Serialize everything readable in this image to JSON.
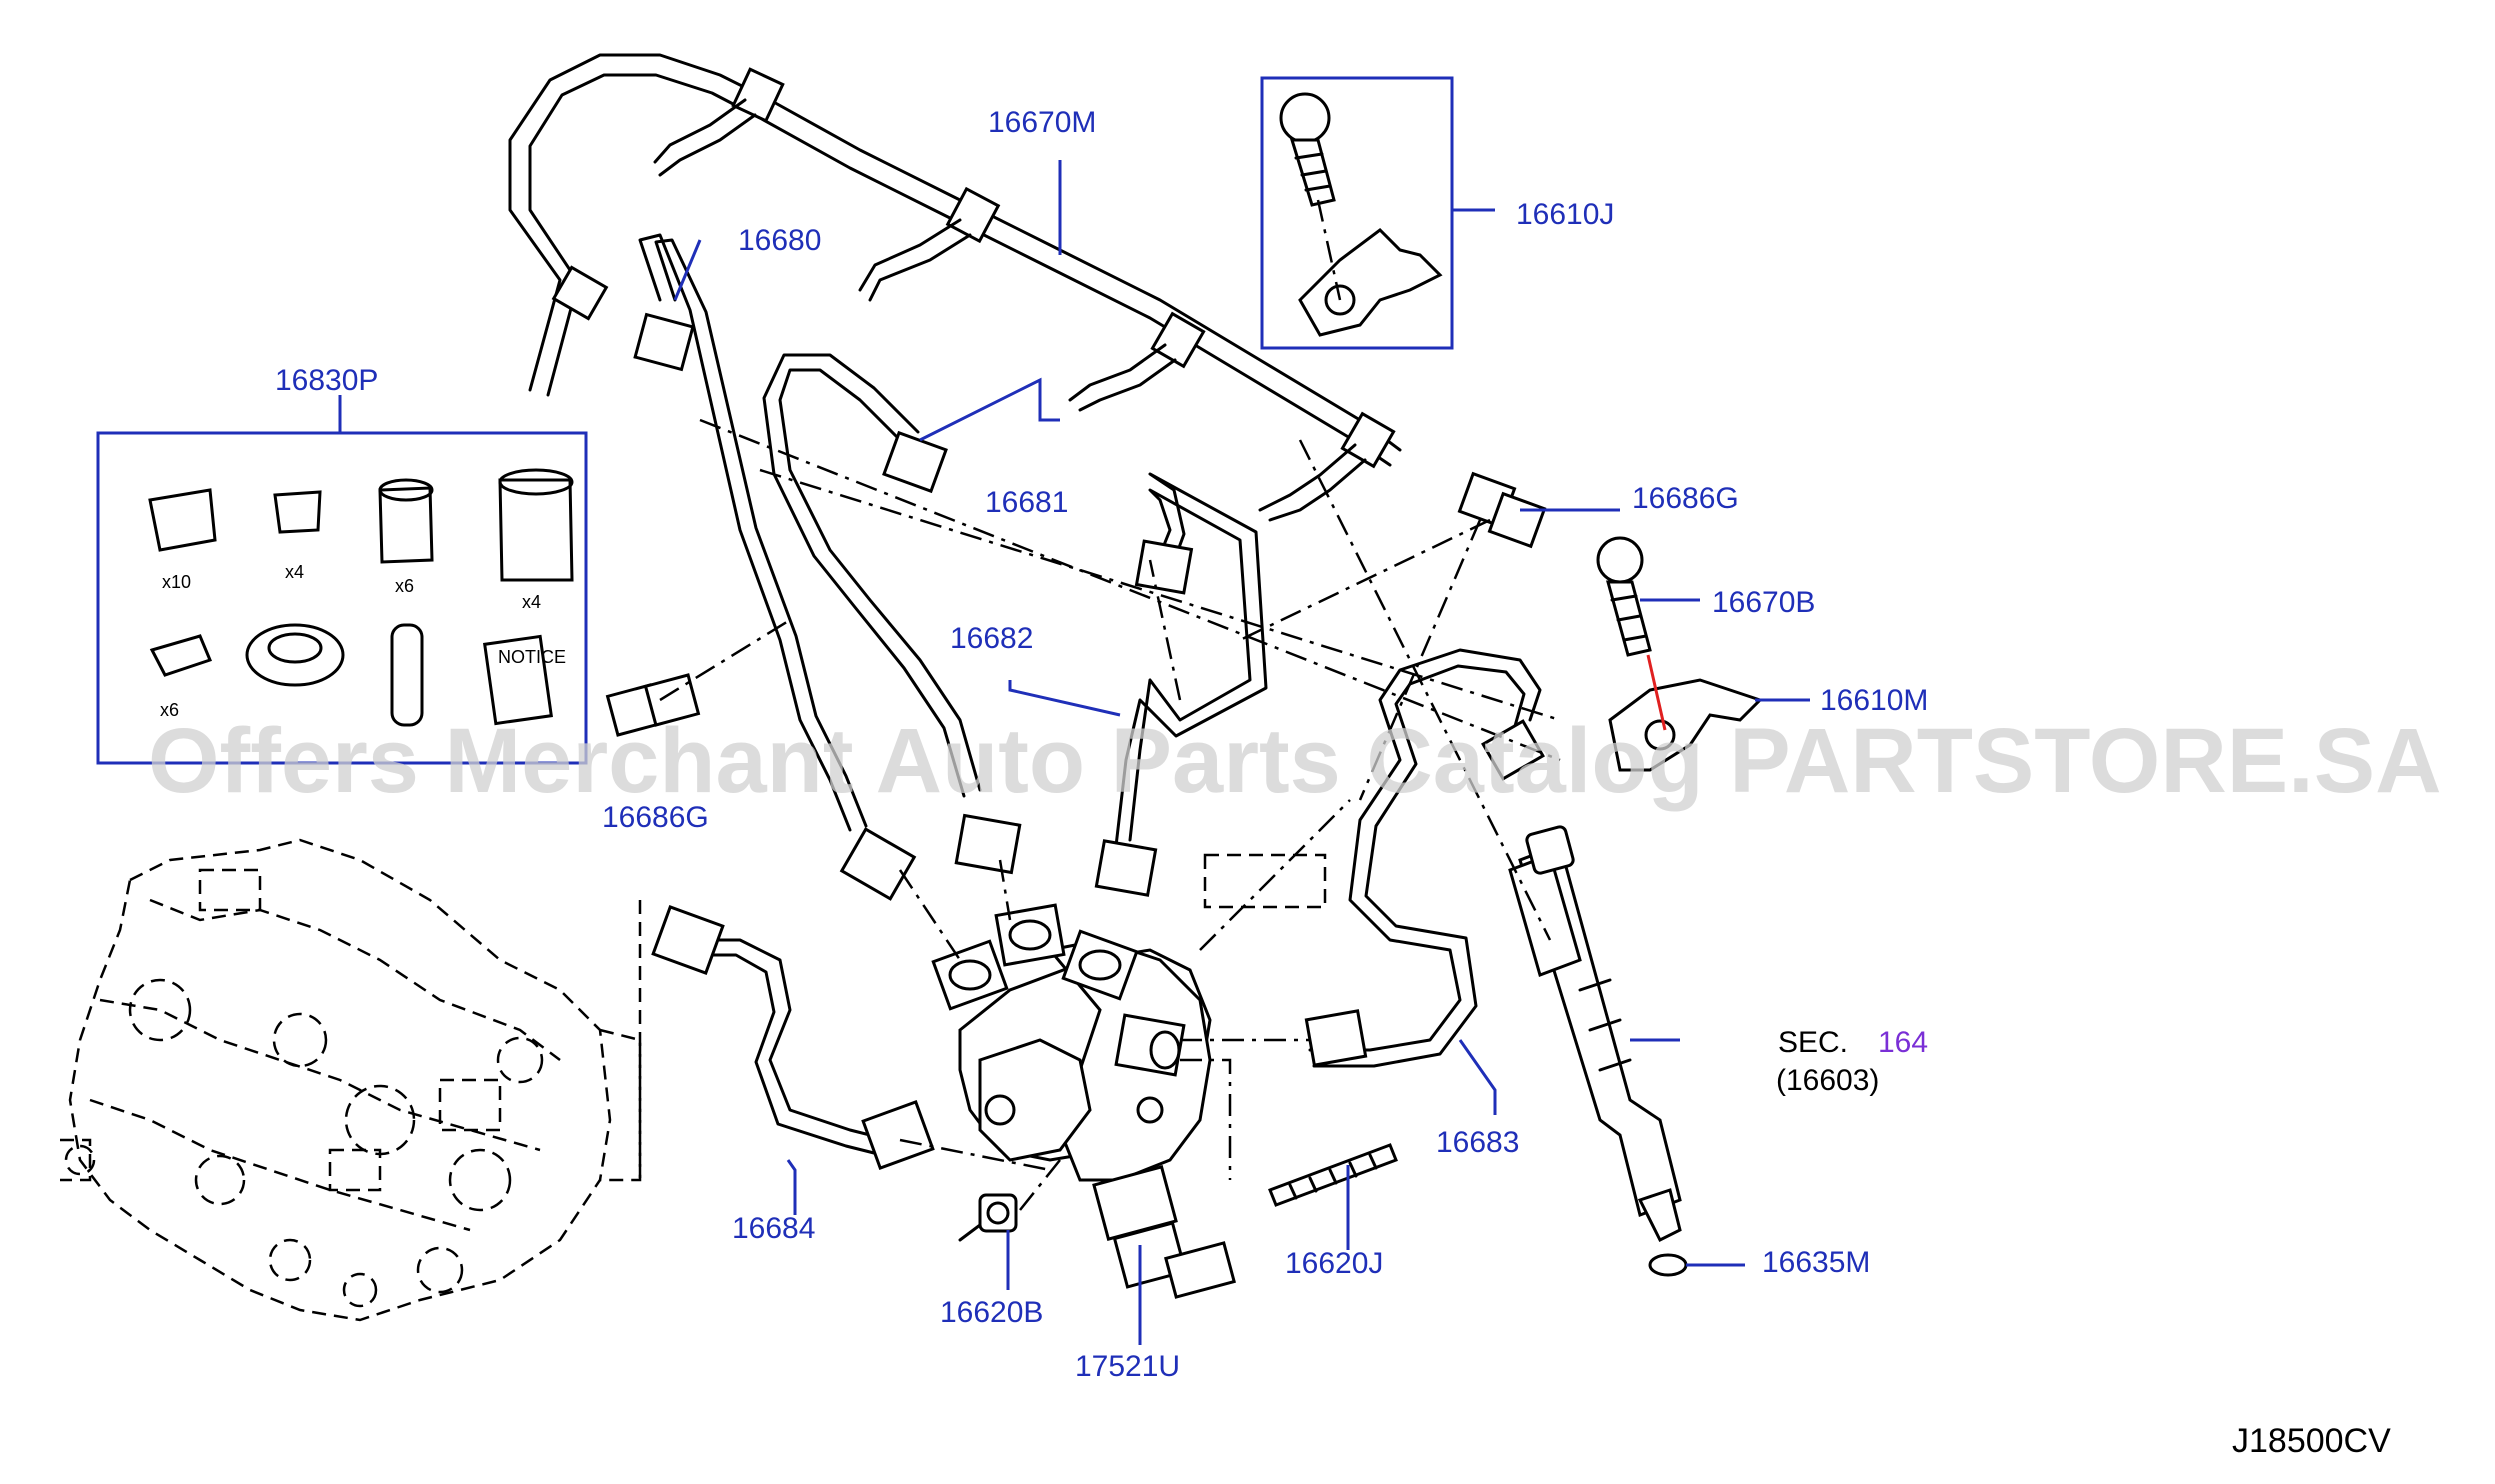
{
  "parts": {
    "p16670M": "16670M",
    "p16680": "16680",
    "p16610J": "16610J",
    "p16830P": "16830P",
    "p16681": "16681",
    "p16686G_right": "16686G",
    "p16670B": "16670B",
    "p16682": "16682",
    "p16610M": "16610M",
    "p16686G_left": "16686G",
    "sec_label": "SEC.",
    "sec_number": "164",
    "sec_part": "(16603)",
    "p16683": "16683",
    "p16684": "16684",
    "p16620J": "16620J",
    "p16635M": "16635M",
    "p16620B": "16620B",
    "p17521U": "17521U"
  },
  "kit": {
    "q1": "x10",
    "q2": "x4",
    "q3": "x6",
    "q4": "x4",
    "q5": "x6",
    "notice": "NOTICE"
  },
  "watermark": "Offers Merchant Auto Parts Catalog PARTSTORE.SA",
  "diagram_code": "J18500CV",
  "colors": {
    "label_blue": "#1f2fb8",
    "section_purple": "#7a2fd6",
    "highlight_red": "#e02020"
  }
}
